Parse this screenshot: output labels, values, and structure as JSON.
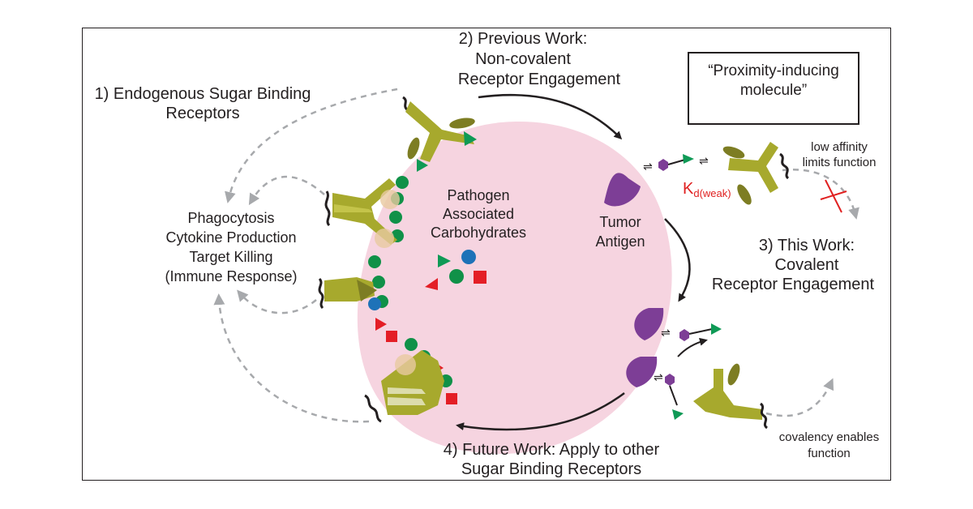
{
  "labels": {
    "step1": [
      "1) Endogenous Sugar Binding",
      "Receptors"
    ],
    "step2": [
      "2) Previous Work:",
      "Non-covalent",
      "Receptor Engagement"
    ],
    "step3": [
      "3) This Work:",
      "Covalent",
      "Receptor Engagement"
    ],
    "step4": [
      "4) Future Work: Apply to other",
      "Sugar Binding Receptors"
    ],
    "immune": [
      "Phagocytosis",
      "Cytokine Production",
      "Target Killing",
      "(Immune Response)"
    ],
    "pathogen": [
      "Pathogen",
      "Associated",
      "Carbohydrates"
    ],
    "tumor": [
      "Tumor",
      "Antigen"
    ],
    "low_affinity": [
      "low affinity",
      "limits function"
    ],
    "covalency": [
      "covalency enables",
      "function"
    ],
    "kd_main": "K",
    "kd_sub": "d(weak)",
    "legend": [
      "“Proximity-inducing",
      "molecule”"
    ]
  },
  "colors": {
    "cell": "#f6d4e0",
    "receptor": "#a7a92d",
    "receptor_dark": "#7d7d23",
    "green_circle": "#109148",
    "blue_circle": "#1e72b8",
    "red_shape": "#e41e26",
    "green_triangle": "#0f9a56",
    "antigen": "#7d3e96",
    "kd_text": "#e02020",
    "dashed_arrow": "#a7a9ac"
  }
}
